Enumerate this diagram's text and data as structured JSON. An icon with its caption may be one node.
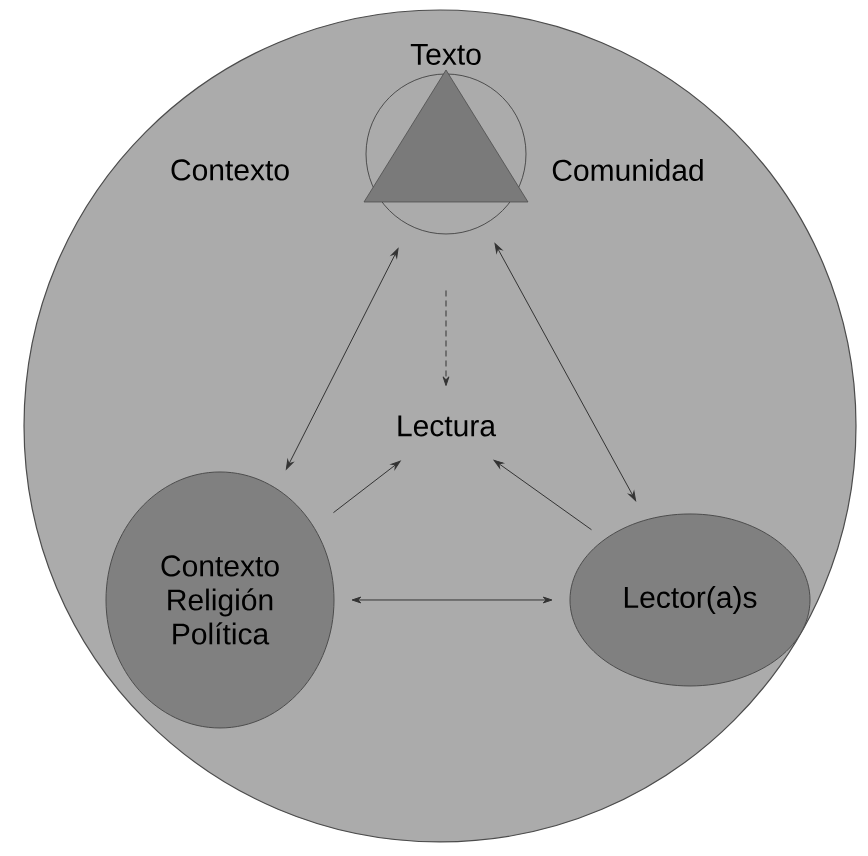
{
  "diagram": {
    "nodes": [
      {
        "text": [],
        "shape": "circle"
      },
      {
        "text": [
          "Texto"
        ],
        "beside": [
          "Contexto",
          "Comunidad"
        ],
        "in": 0
      },
      {
        "text": [
          "Lectura"
        ],
        "in": 0
      },
      {
        "text": [
          "Contexto Religión Política"
        ],
        "in": 0
      },
      {
        "text": [
          "Lector(a)s"
        ],
        "in": 0
      }
    ],
    "edges": [
      {
        "from": 1,
        "to": 2,
        "arrow": "to",
        "style": "dashed"
      },
      {
        "from": 3,
        "to": 1,
        "arrow": "both"
      },
      {
        "from": 4,
        "to": 1,
        "arrow": "both"
      },
      {
        "from": 3,
        "to": 2,
        "arrow": "to"
      },
      {
        "from": 4,
        "to": 2,
        "arrow": "to"
      },
      {
        "from": 3,
        "to": 4,
        "arrow": "both"
      }
    ]
  }
}
